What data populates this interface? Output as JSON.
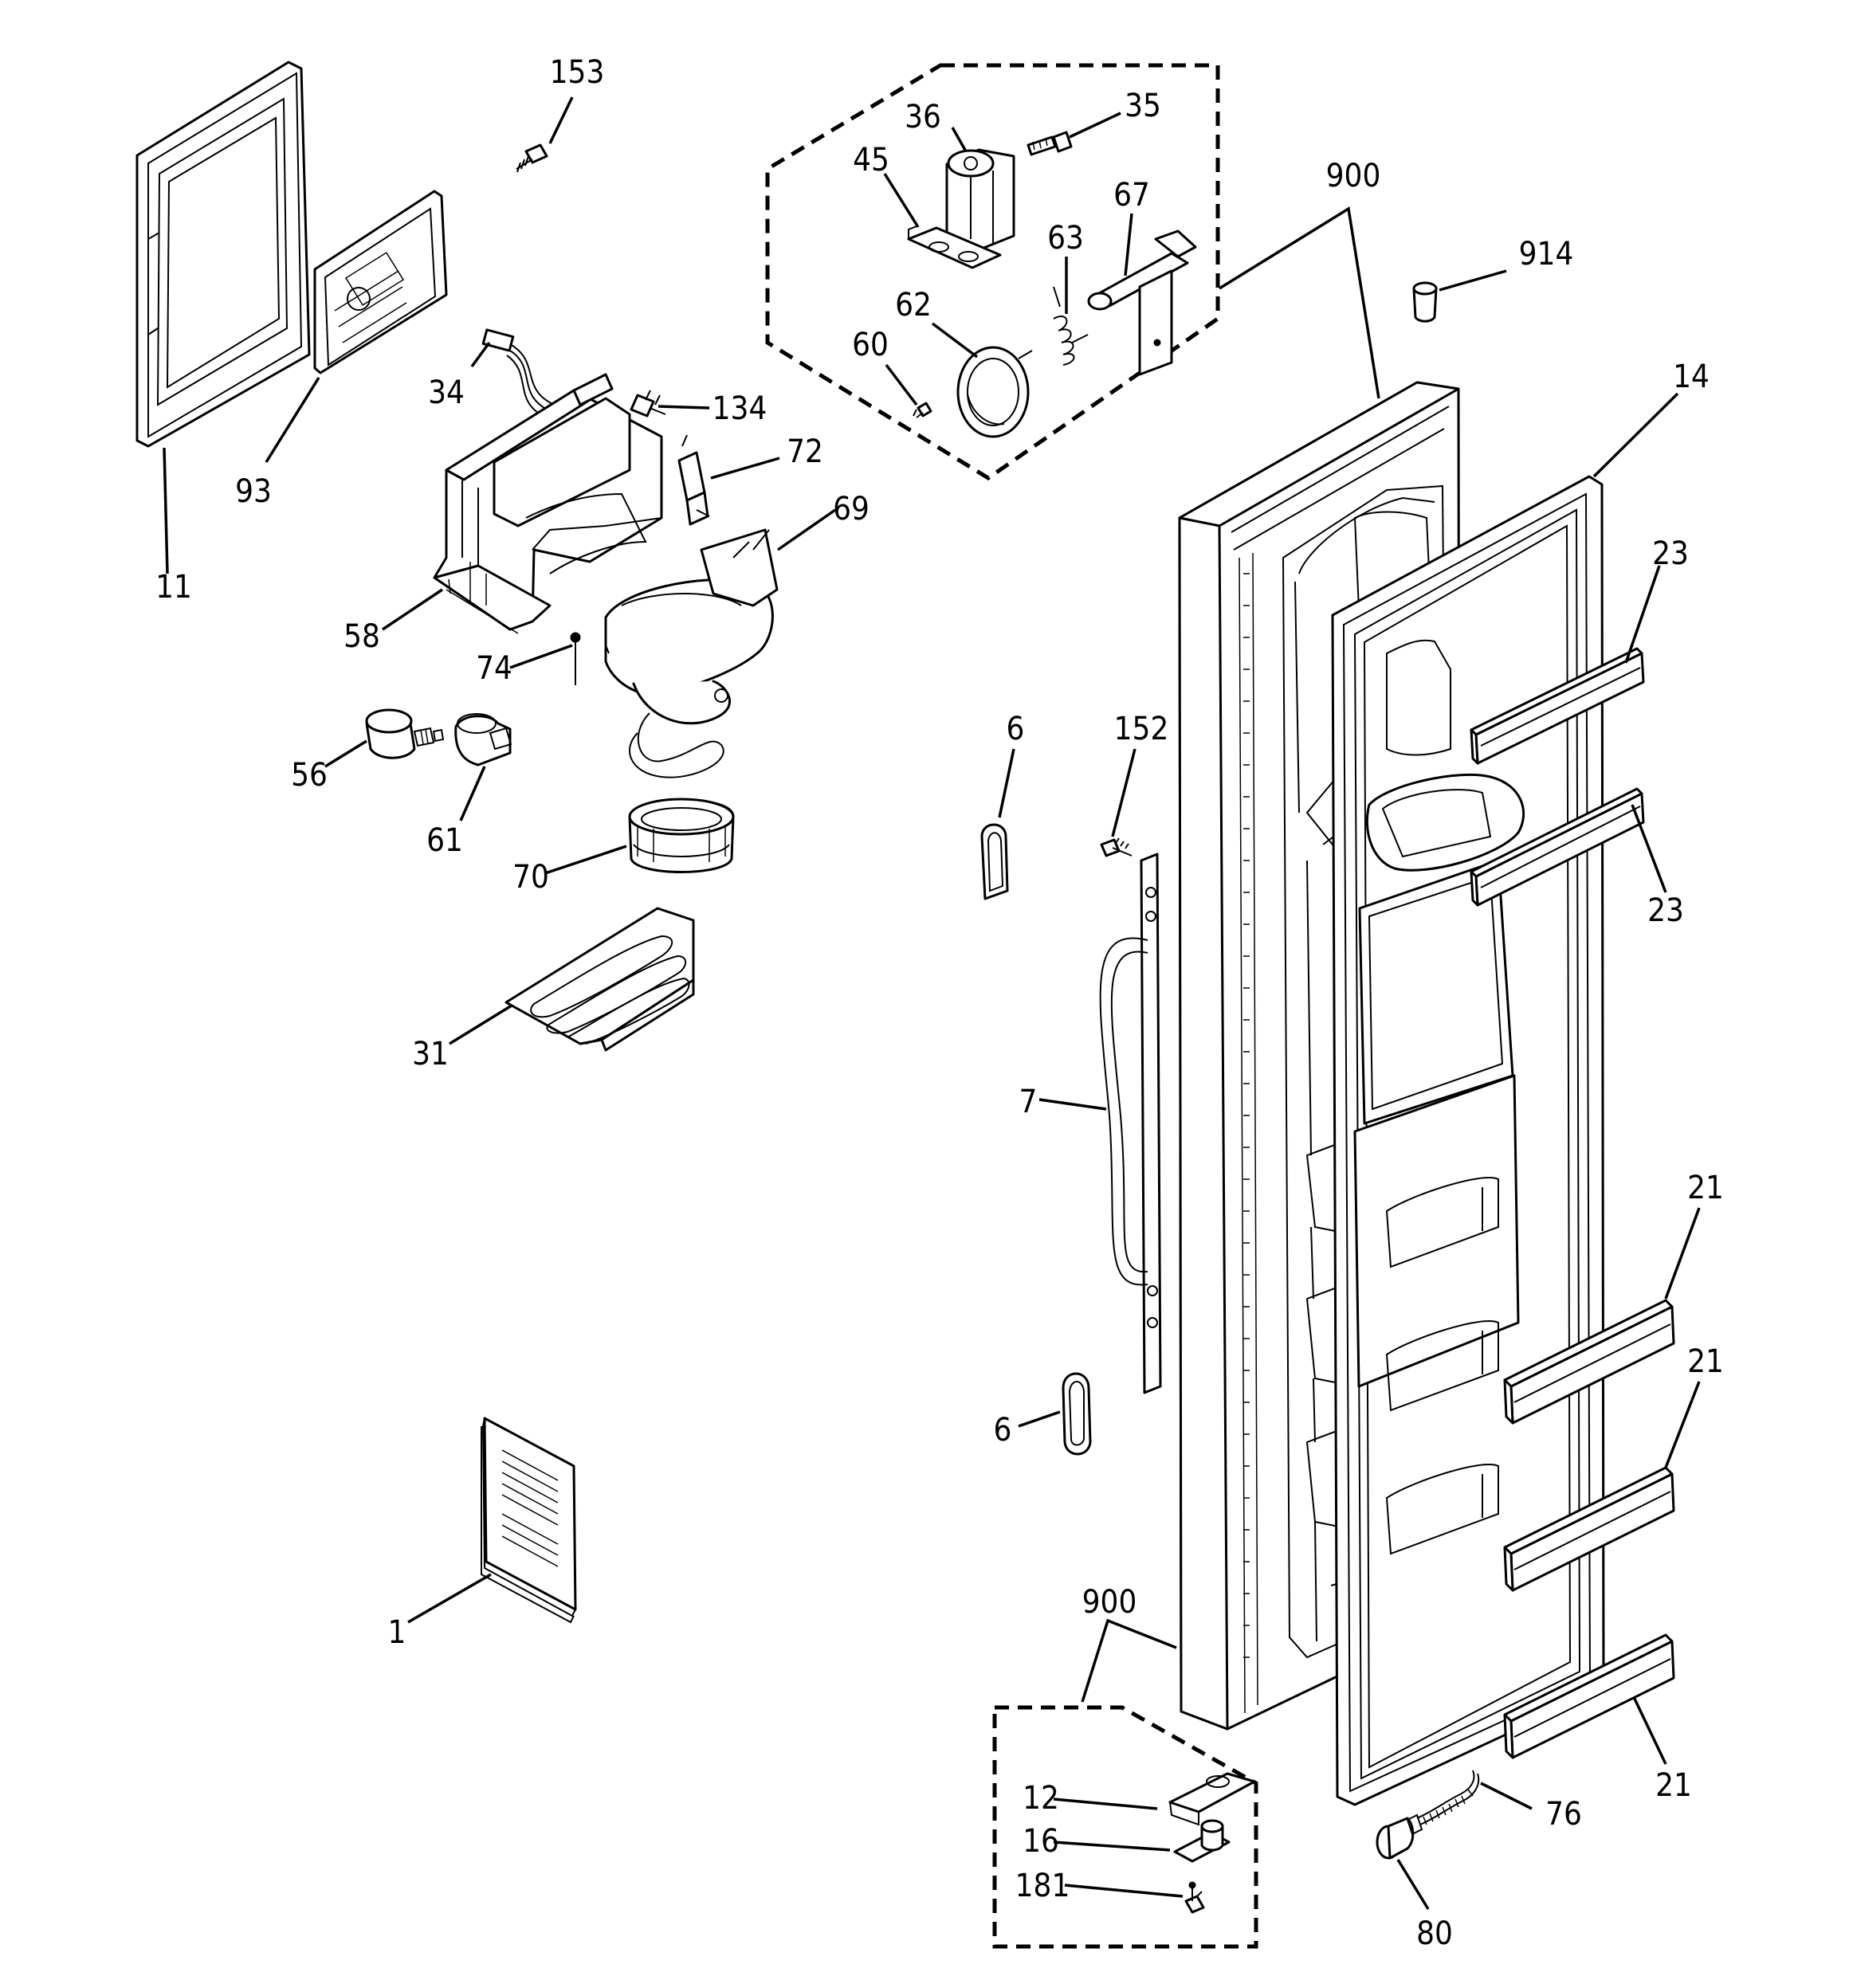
{
  "diagram": {
    "callouts": [
      {
        "id": "c153",
        "text": "153"
      },
      {
        "id": "c36",
        "text": "36"
      },
      {
        "id": "c35",
        "text": "35"
      },
      {
        "id": "c45",
        "text": "45"
      },
      {
        "id": "c67",
        "text": "67"
      },
      {
        "id": "c63",
        "text": "63"
      },
      {
        "id": "c62",
        "text": "62"
      },
      {
        "id": "c60",
        "text": "60"
      },
      {
        "id": "c900a",
        "text": "900"
      },
      {
        "id": "c914",
        "text": "914"
      },
      {
        "id": "c14",
        "text": "14"
      },
      {
        "id": "c34",
        "text": "34"
      },
      {
        "id": "c134",
        "text": "134"
      },
      {
        "id": "c72",
        "text": "72"
      },
      {
        "id": "c69",
        "text": "69"
      },
      {
        "id": "c93",
        "text": "93"
      },
      {
        "id": "c11",
        "text": "11"
      },
      {
        "id": "c58",
        "text": "58"
      },
      {
        "id": "c74",
        "text": "74"
      },
      {
        "id": "c56",
        "text": "56"
      },
      {
        "id": "c61",
        "text": "61"
      },
      {
        "id": "c70",
        "text": "70"
      },
      {
        "id": "c31",
        "text": "31"
      },
      {
        "id": "c23a",
        "text": "23"
      },
      {
        "id": "c23b",
        "text": "23"
      },
      {
        "id": "c6a",
        "text": "6"
      },
      {
        "id": "c152",
        "text": "152"
      },
      {
        "id": "c7",
        "text": "7"
      },
      {
        "id": "c6b",
        "text": "6"
      },
      {
        "id": "c21a",
        "text": "21"
      },
      {
        "id": "c21b",
        "text": "21"
      },
      {
        "id": "c21c",
        "text": "21"
      },
      {
        "id": "c1",
        "text": "1"
      },
      {
        "id": "c900b",
        "text": "900"
      },
      {
        "id": "c12",
        "text": "12"
      },
      {
        "id": "c16",
        "text": "16"
      },
      {
        "id": "c181",
        "text": "181"
      },
      {
        "id": "c76",
        "text": "76"
      },
      {
        "id": "c80",
        "text": "80"
      }
    ]
  }
}
